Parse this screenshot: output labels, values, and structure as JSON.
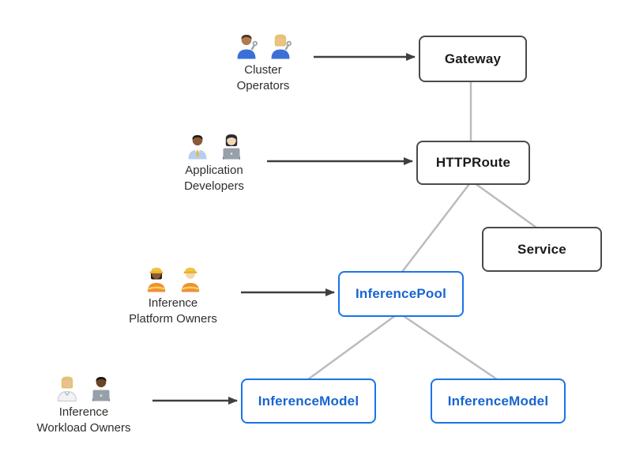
{
  "diagram": {
    "personas": [
      {
        "id": "cluster-operators",
        "lines": [
          "Cluster",
          "Operators"
        ],
        "icons": [
          "man-mechanic-emoji",
          "woman-mechanic-emoji"
        ]
      },
      {
        "id": "application-developers",
        "lines": [
          "Application",
          "Developers"
        ],
        "icons": [
          "man-office-worker-emoji",
          "woman-technologist-emoji"
        ]
      },
      {
        "id": "inference-platform-owners",
        "lines": [
          "Inference",
          "Platform Owners"
        ],
        "icons": [
          "woman-construction-worker-emoji",
          "man-construction-worker-emoji"
        ]
      },
      {
        "id": "inference-workload-owners",
        "lines": [
          "Inference",
          "Workload Owners"
        ],
        "icons": [
          "scientist-emoji",
          "man-technologist-emoji"
        ]
      }
    ],
    "nodes": [
      {
        "id": "gateway",
        "label": "Gateway",
        "style": "gray"
      },
      {
        "id": "httproute",
        "label": "HTTPRoute",
        "style": "gray"
      },
      {
        "id": "service",
        "label": "Service",
        "style": "gray"
      },
      {
        "id": "inferencepool",
        "label": "InferencePool",
        "style": "blue"
      },
      {
        "id": "inferencemodel-left",
        "label": "InferenceModel",
        "style": "blue"
      },
      {
        "id": "inferencemodel-right",
        "label": "InferenceModel",
        "style": "blue"
      }
    ],
    "colors": {
      "node_border_gray": "#4a4a4a",
      "node_border_blue": "#1a73e8",
      "node_text_blue": "#1765d1",
      "connector_gray": "#bcbcbc",
      "arrow_dark": "#3f3f3f",
      "background": "#ffffff"
    }
  }
}
